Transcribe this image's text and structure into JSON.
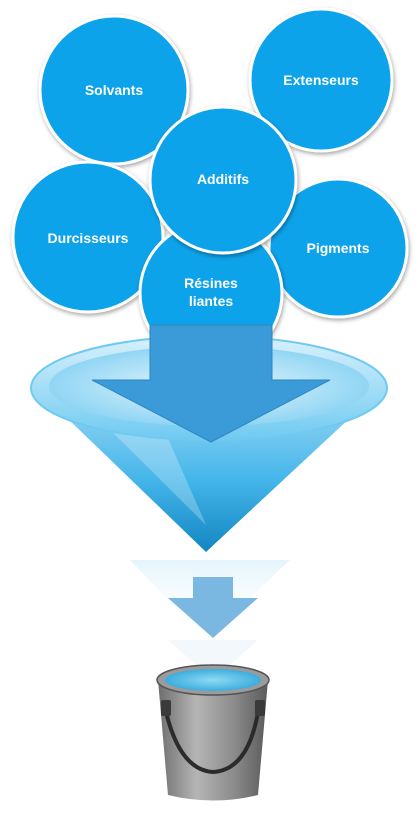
{
  "colors": {
    "circle_fill": "#0aa3ea",
    "circle_stroke": "#ffffff",
    "funnel_light": "#bfe6f8",
    "funnel_mid": "#5cc3ee",
    "funnel_dark": "#1b8fc6",
    "arrow": "#3a9bd8",
    "bucket_body": "#8c8c8c",
    "bucket_liquid": "#57c3ea"
  },
  "ingredients": [
    {
      "id": "solvants",
      "lines": [
        "Solvants"
      ]
    },
    {
      "id": "extenseurs",
      "lines": [
        "Extenseurs"
      ]
    },
    {
      "id": "additifs",
      "lines": [
        "Additifs"
      ]
    },
    {
      "id": "durcisseurs",
      "lines": [
        "Durcisseurs"
      ]
    },
    {
      "id": "pigments",
      "lines": [
        "Pigments"
      ]
    },
    {
      "id": "resines",
      "lines": [
        "Résines",
        "liantes"
      ]
    }
  ],
  "icons": {
    "funnel": "funnel-icon",
    "arrow": "down-arrow-icon",
    "bucket": "paint-bucket-icon"
  }
}
